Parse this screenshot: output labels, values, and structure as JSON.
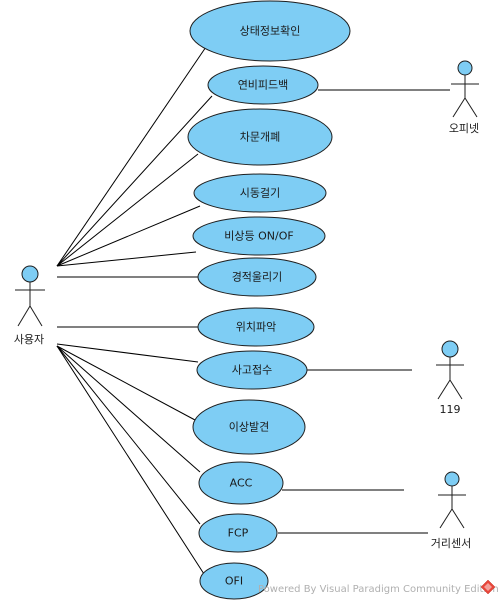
{
  "actors": {
    "user": "사용자",
    "opinet": "오피넷",
    "emergency": "119",
    "distance_sensor": "거리센서"
  },
  "use_cases": {
    "status_check": "상태정보확인",
    "fuel_feedback": "연비피드백",
    "door_lock": "차문개폐",
    "engine_start": "시동걸기",
    "hazard_lights": "비상등 ON/OF",
    "horn": "경적울리기",
    "locate": "위치파악",
    "accident_report": "사고접수",
    "anomaly_detect": "이상발견",
    "acc": "ACC",
    "fcp": "FCP",
    "ofi": "OFI"
  },
  "footer": {
    "text": "Powered By Visual Paradigm Community Edition"
  }
}
